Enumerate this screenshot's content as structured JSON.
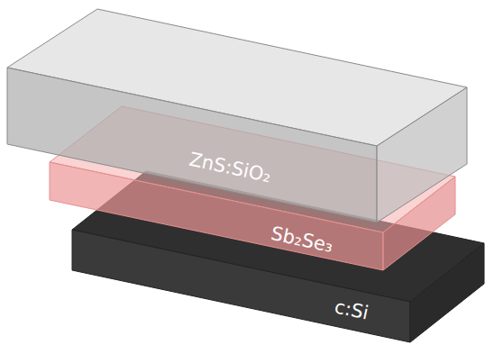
{
  "diagram": {
    "nodes": [
      {
        "text": [
          "ZnS:SiO₂"
        ]
      },
      {
        "text": [
          "Sb₂Se₃"
        ]
      },
      {
        "text": [
          "c:Si"
        ]
      }
    ]
  }
}
